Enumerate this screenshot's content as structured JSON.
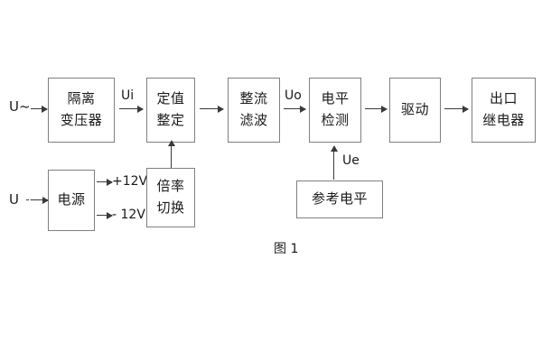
{
  "diagram": {
    "caption": "图 1",
    "blocks": [
      {
        "name": "isolation-transformer",
        "lines": [
          "隔离",
          "变压器"
        ]
      },
      {
        "name": "setting-value",
        "lines": [
          "定值",
          "整定"
        ]
      },
      {
        "name": "rectify-filter",
        "lines": [
          "整流",
          "滤波"
        ]
      },
      {
        "name": "level-detection",
        "lines": [
          "电平",
          "检测"
        ]
      },
      {
        "name": "driver",
        "lines": [
          "驱动"
        ]
      },
      {
        "name": "output-relay",
        "lines": [
          "出口",
          "继电器"
        ]
      },
      {
        "name": "power-supply",
        "lines": [
          "电源"
        ]
      },
      {
        "name": "multiplier-switch",
        "lines": [
          "倍率",
          "切换"
        ]
      },
      {
        "name": "reference-level",
        "lines": [
          "参考电平"
        ]
      }
    ],
    "signals": {
      "input_ac": "U~",
      "input_dc": "U",
      "ui": "Ui",
      "uo": "Uo",
      "ue": "Ue",
      "rail_pos": "+12V",
      "rail_neg": "- 12V"
    }
  }
}
